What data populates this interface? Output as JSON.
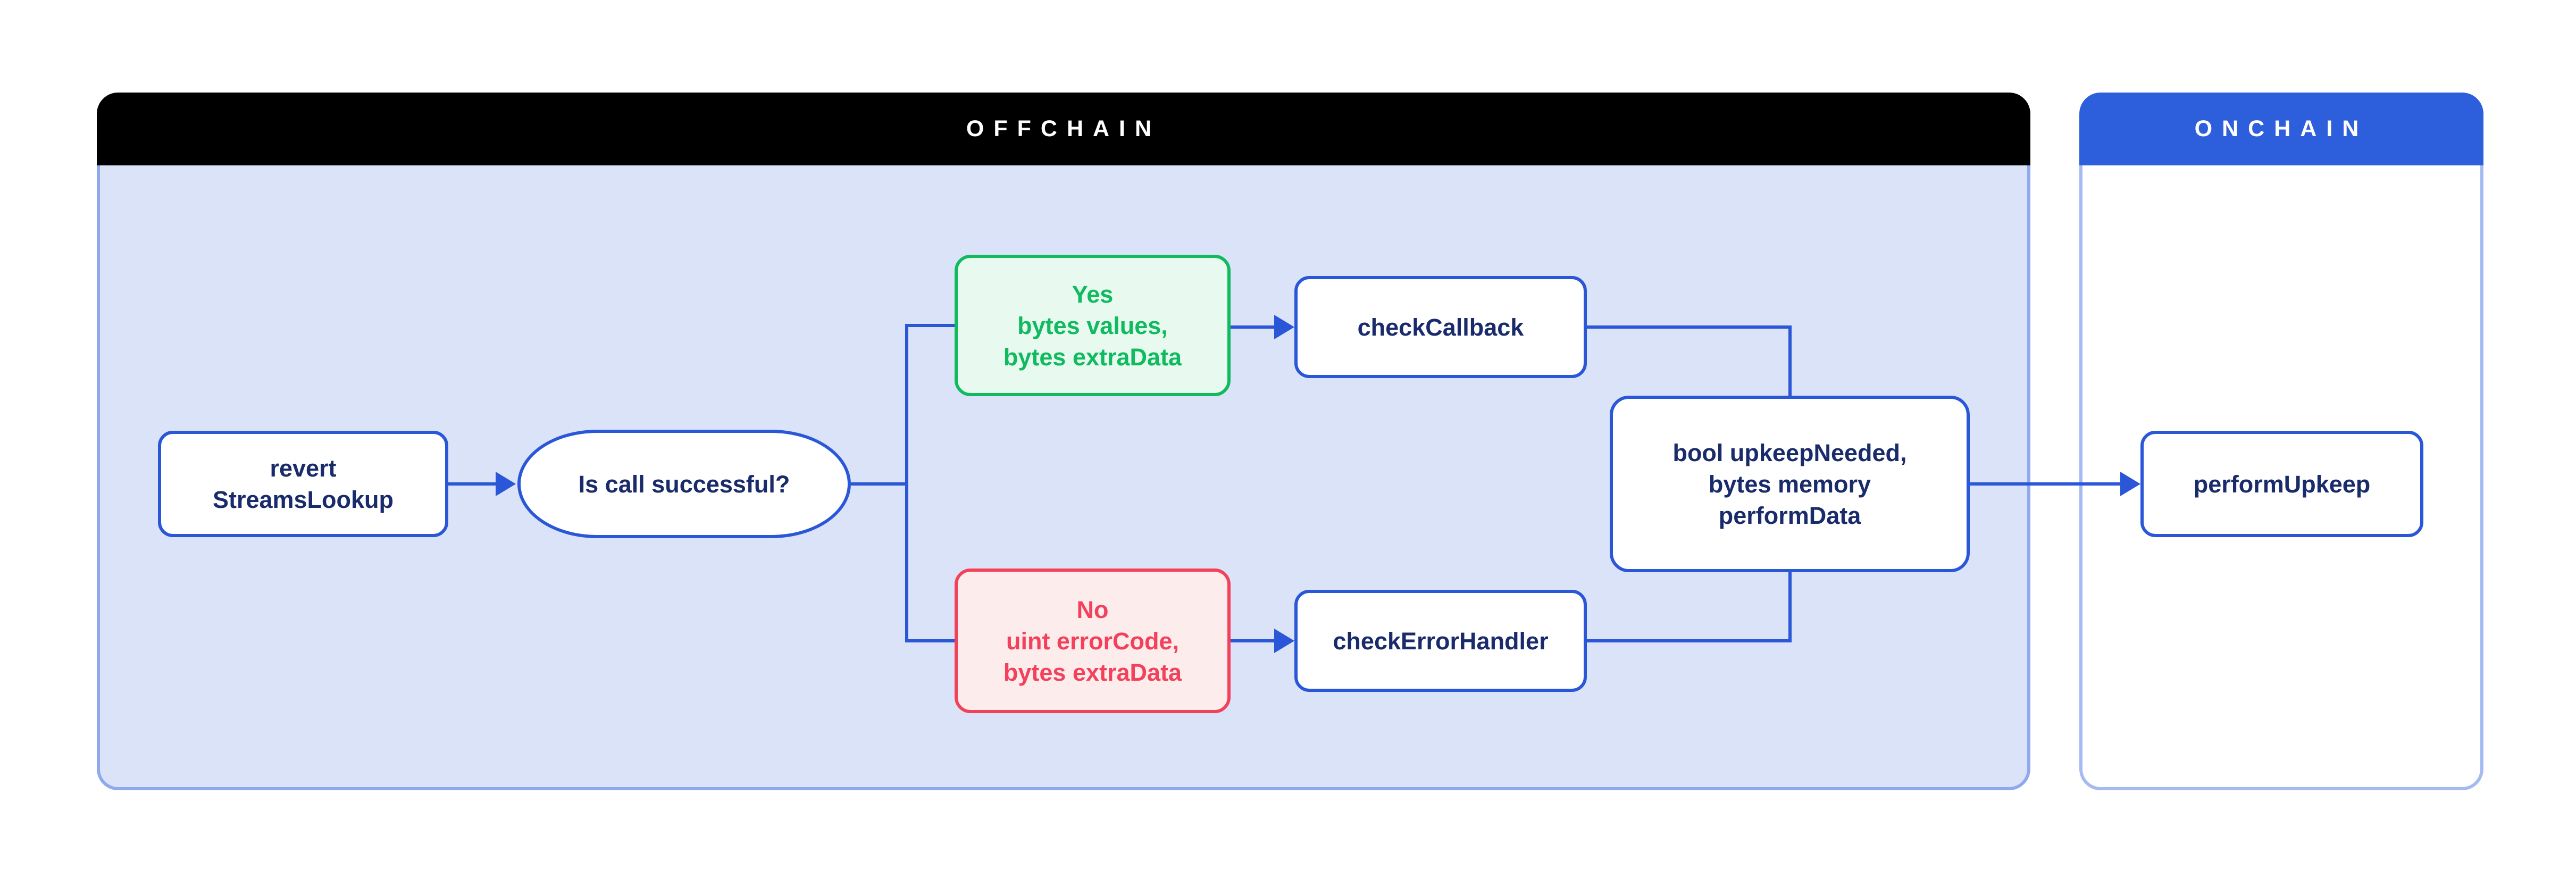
{
  "diagram": {
    "offchain": {
      "title": "OFFCHAIN"
    },
    "onchain": {
      "title": "ONCHAIN"
    },
    "nodes": {
      "revert_streams_lookup": {
        "label": "revert\nStreamsLookup"
      },
      "is_call_successful": {
        "label": "Is call successful?"
      },
      "yes_branch": {
        "label": "Yes\nbytes values,\nbytes extraData"
      },
      "no_branch": {
        "label": "No\nuint errorCode,\nbytes extraData"
      },
      "check_callback": {
        "label": "checkCallback"
      },
      "check_error_handler": {
        "label": "checkErrorHandler"
      },
      "upkeep_result": {
        "label": "bool upkeepNeeded,\nbytes memory\nperformData"
      },
      "perform_upkeep": {
        "label": "performUpkeep"
      }
    },
    "colors": {
      "accent_blue": "#2a57d8",
      "navy_text": "#1a2b6b",
      "offchain_header_bg": "#000000",
      "offchain_body_bg": "#dbe3f8",
      "offchain_border": "#90a9ee",
      "onchain_header_bg": "#2d5fdc",
      "onchain_body_bg": "#ffffff",
      "onchain_border": "#a6baf2",
      "yes_green": "#0fbb5e",
      "yes_green_fill": "#e8faf0",
      "no_red": "#f4415b",
      "no_red_fill": "#fdecec"
    }
  }
}
